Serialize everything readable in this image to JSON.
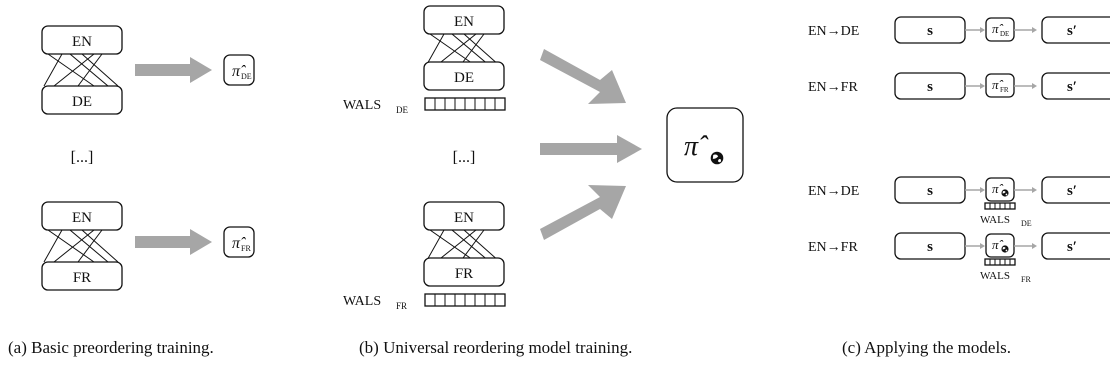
{
  "panel_a": {
    "pair1": {
      "src": "EN",
      "tgt": "DE",
      "model": "π̂",
      "model_sub": "DE"
    },
    "ellipsis": "[...]",
    "pair2": {
      "src": "EN",
      "tgt": "FR",
      "model": "π̂",
      "model_sub": "FR"
    },
    "caption": "(a) Basic preordering training."
  },
  "panel_b": {
    "pair1": {
      "src": "EN",
      "tgt": "DE",
      "wals": "WALS",
      "wals_sub": "DE"
    },
    "ellipsis": "[...]",
    "pair2": {
      "src": "EN",
      "tgt": "FR",
      "wals": "WALS",
      "wals_sub": "FR"
    },
    "universal_model": "π̂",
    "caption": "(b) Universal reordering model training."
  },
  "panel_c": {
    "rows": [
      {
        "pair": "EN→DE",
        "input": "s",
        "model": "π̂",
        "model_sub": "DE",
        "output": "s′"
      },
      {
        "pair": "EN→FR",
        "input": "s",
        "model": "π̂",
        "model_sub": "FR",
        "output": "s′"
      },
      {
        "pair": "EN→DE",
        "input": "s",
        "model": "π̂",
        "wals": "WALS",
        "wals_sub": "DE",
        "output": "s′"
      },
      {
        "pair": "EN→FR",
        "input": "s",
        "model": "π̂",
        "wals": "WALS",
        "wals_sub": "FR",
        "output": "s′"
      }
    ],
    "caption": "(c) Applying the models."
  },
  "colors": {
    "arrow": "#a6a6a6",
    "stroke": "#111111"
  }
}
